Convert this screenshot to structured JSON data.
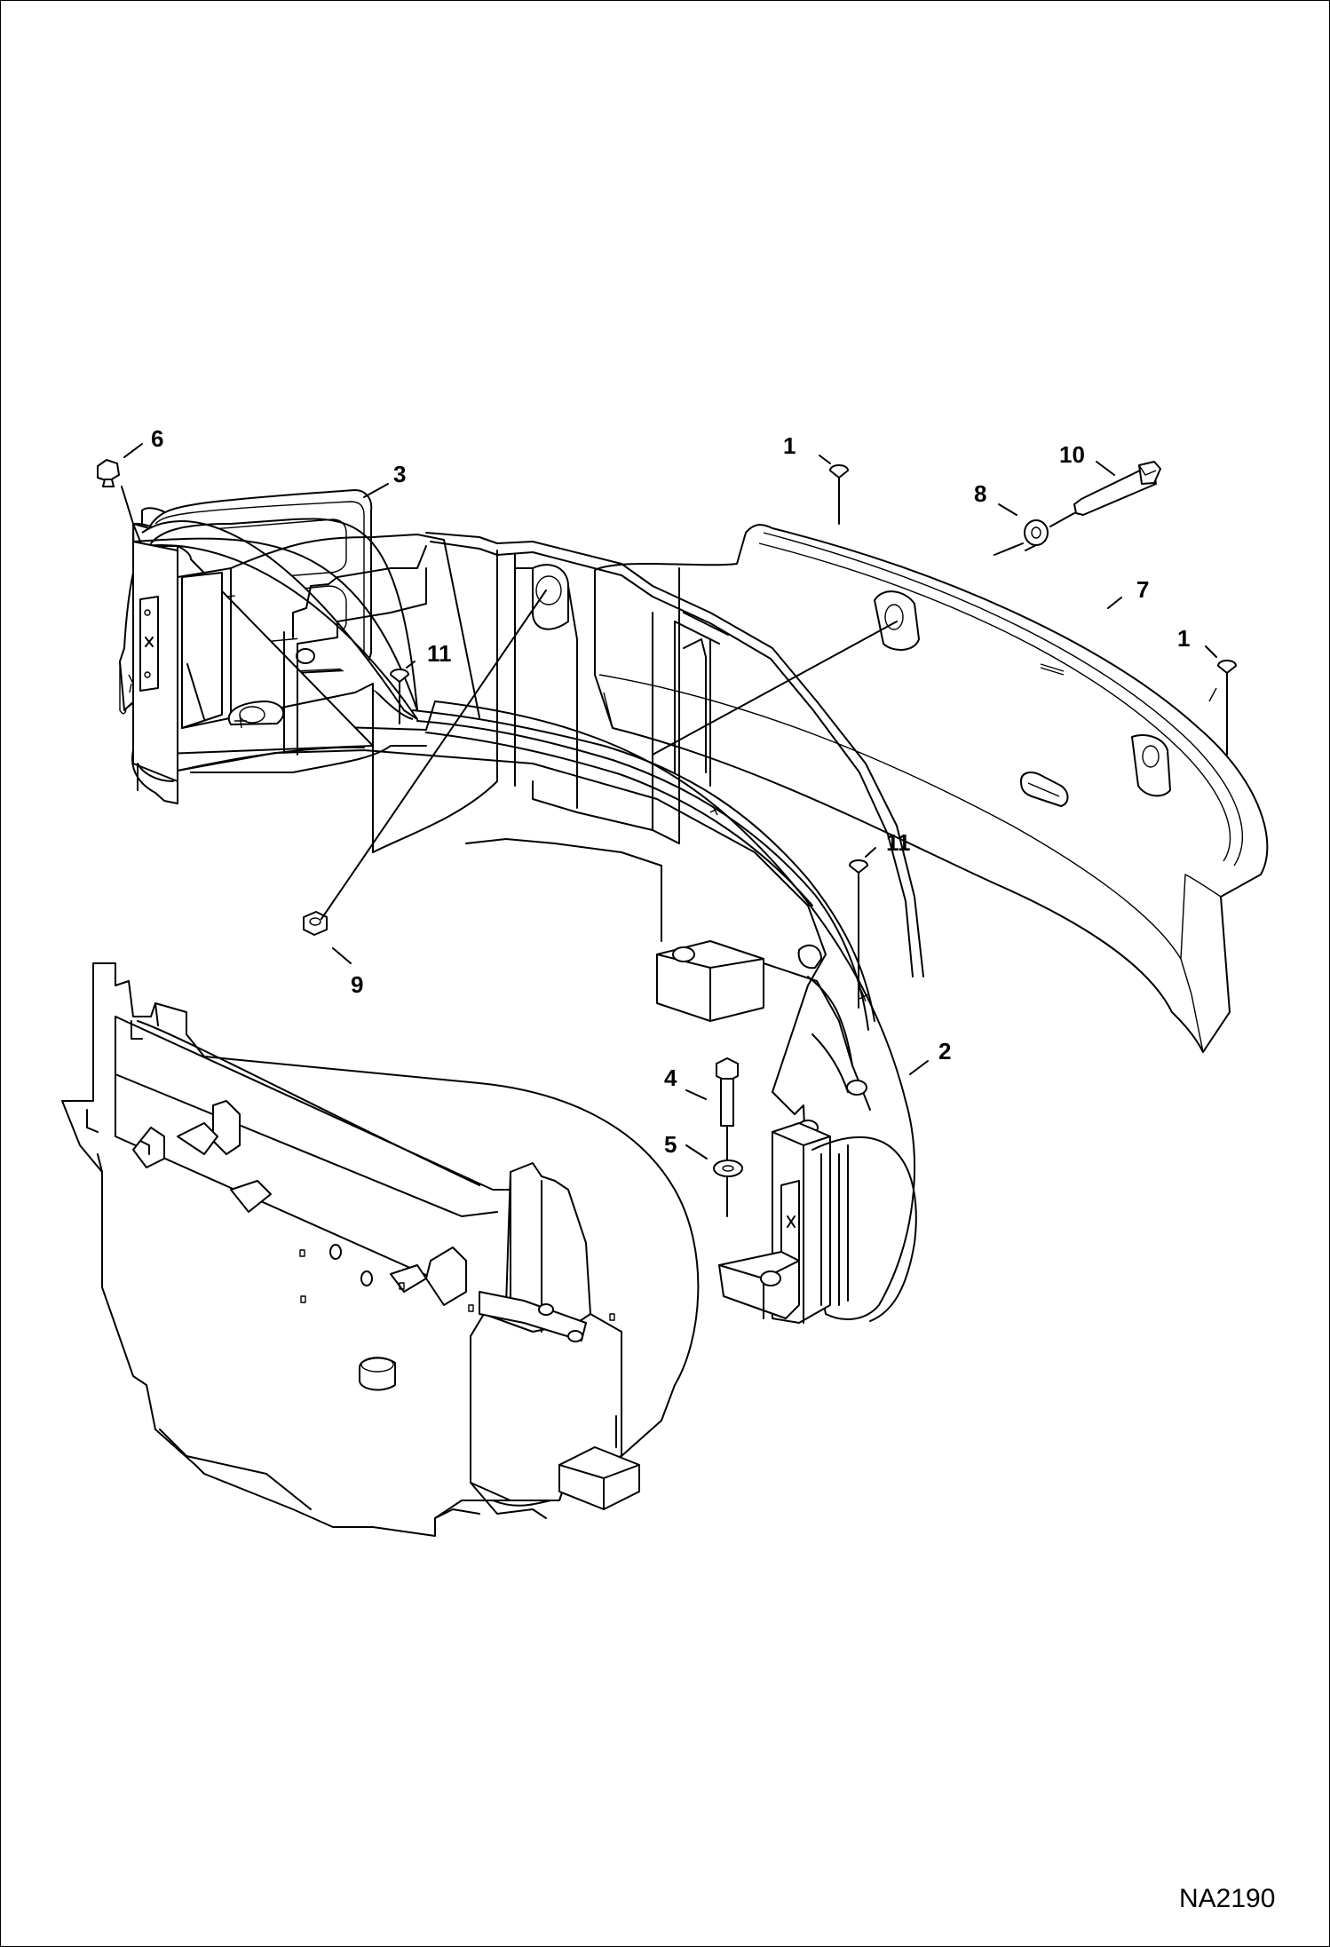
{
  "drawing_code": "NA2190",
  "callouts": [
    {
      "id": "c1a",
      "label": "1"
    },
    {
      "id": "c1b",
      "label": "1"
    },
    {
      "id": "c2",
      "label": "2"
    },
    {
      "id": "c3",
      "label": "3"
    },
    {
      "id": "c4",
      "label": "4"
    },
    {
      "id": "c5",
      "label": "5"
    },
    {
      "id": "c6",
      "label": "6"
    },
    {
      "id": "c7",
      "label": "7"
    },
    {
      "id": "c8",
      "label": "8"
    },
    {
      "id": "c9",
      "label": "9"
    },
    {
      "id": "c10",
      "label": "10"
    },
    {
      "id": "c11a",
      "label": "11"
    },
    {
      "id": "c11b",
      "label": "11"
    }
  ]
}
